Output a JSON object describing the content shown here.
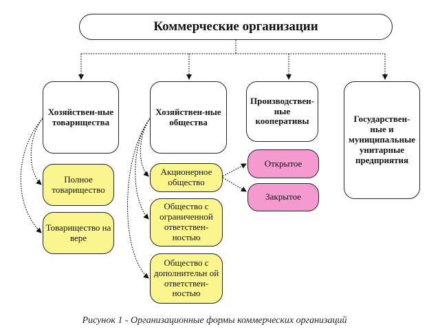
{
  "title": "Коммерческие организации",
  "categories": [
    {
      "label": "Хозяйствен-ные товарищества"
    },
    {
      "label": "Хозяйствен-ные общества"
    },
    {
      "label": "Производствен-ные кооперативы"
    },
    {
      "label": "Государствен-ные и муниципальные унитарные предприятия"
    }
  ],
  "partnerships": [
    "Полное товарищество",
    "Товарищество на вере"
  ],
  "companies": [
    "Акционерное общество",
    "Общество с ограниченной ответствен-ностью",
    "Общество с дополнительн ой ответствен-ностью"
  ],
  "joint_stock_types": [
    "Открытое",
    "Закрытое"
  ],
  "caption": "Рисунок 1 - Организационные формы коммерческих организаций",
  "colors": {
    "yellow": "#fbf58e",
    "pink": "#f49ad0"
  }
}
